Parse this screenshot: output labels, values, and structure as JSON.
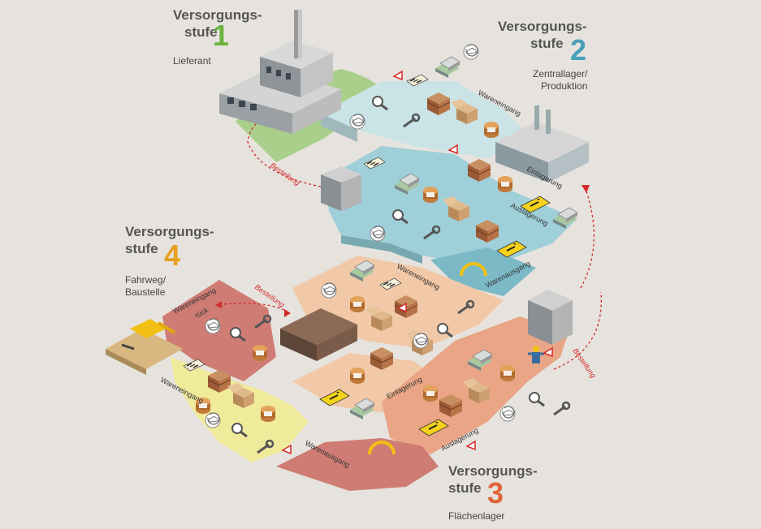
{
  "stages": [
    {
      "id": "1",
      "line1": "Versorgungs-",
      "line2": "stufe",
      "number": "1",
      "sub1": "Lieferant",
      "sub2": "",
      "color": "#6cb33f"
    },
    {
      "id": "2",
      "line1": "Versorgungs-",
      "line2": "stufe",
      "number": "2",
      "sub1": "Zentrallager/",
      "sub2": "Produktion",
      "color": "#4aa0b8"
    },
    {
      "id": "3",
      "line1": "Versorgungs-",
      "line2": "stufe",
      "number": "3",
      "sub1": "Flächenlager",
      "sub2": "",
      "color": "#e0643a"
    },
    {
      "id": "4",
      "line1": "Versorgungs-",
      "line2": "stufe",
      "number": "4",
      "sub1": "Fahrweg/",
      "sub2": "Baustelle",
      "color": "#e8a021"
    }
  ],
  "labels": {
    "wareneingang": "Wareneingang",
    "einlagerung": "Einlagerung",
    "auslagerung": "Auslagerung",
    "warenausgang": "Warenausgang",
    "wareneingang_rueck_1": "Wareneingang",
    "wareneingang_rueck_2": "rück",
    "bestellung": "Bestellung"
  },
  "colors": {
    "background": "#e6e3de",
    "green_zone": "#a9cf8a",
    "blue_zone": "#9fcfd8",
    "blue_light": "#c9e3e6",
    "peach_zone": "#f2c9a8",
    "orange_zone": "#e9a585",
    "red_zone": "#cf7c74",
    "yellow_zone": "#f0ea9b",
    "accent_red": "#d42a2a"
  },
  "icons": [
    "factory-icon",
    "office-tower-icon",
    "warehouse-icon",
    "excavator-icon",
    "worker-icon",
    "magnifier-icon",
    "wrench-icon",
    "cloud-cycle-icon",
    "barcode-icon",
    "cardboard-box-icon",
    "shelf-rack-icon",
    "pallet-icon",
    "forklift-sign-icon",
    "conveyor-icon",
    "scanner-icon"
  ]
}
